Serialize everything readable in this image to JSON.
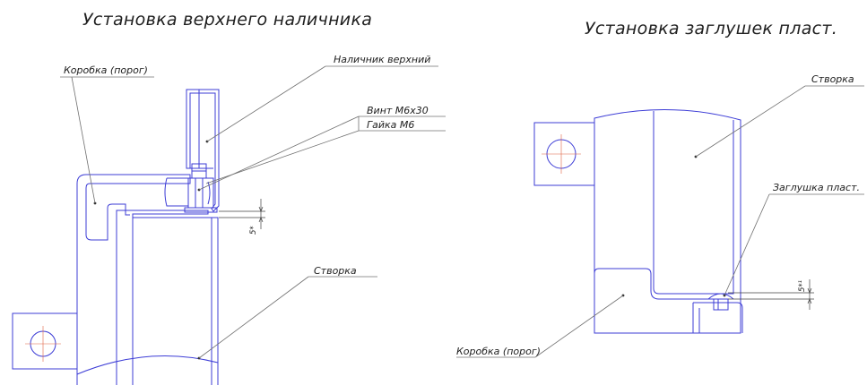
{
  "titles": {
    "left": "Установка верхнего наличника",
    "right": "Установка заглушек пласт."
  },
  "left_view": {
    "labels": {
      "box": "Коробка (порог)",
      "trim": "Наличник верхний",
      "screw": "Винт М6х30",
      "nut": "Гайка М6",
      "sash": "Створка"
    },
    "dimension": "5*"
  },
  "right_view": {
    "labels": {
      "sash": "Створка",
      "plug": "Заглушка пласт.",
      "box": "Коробка (порог)"
    },
    "dimension": "5*¹"
  },
  "colors": {
    "outline": "#3c3cd6",
    "centerline": "#e06040",
    "leader": "#707070",
    "text": "#202020"
  }
}
